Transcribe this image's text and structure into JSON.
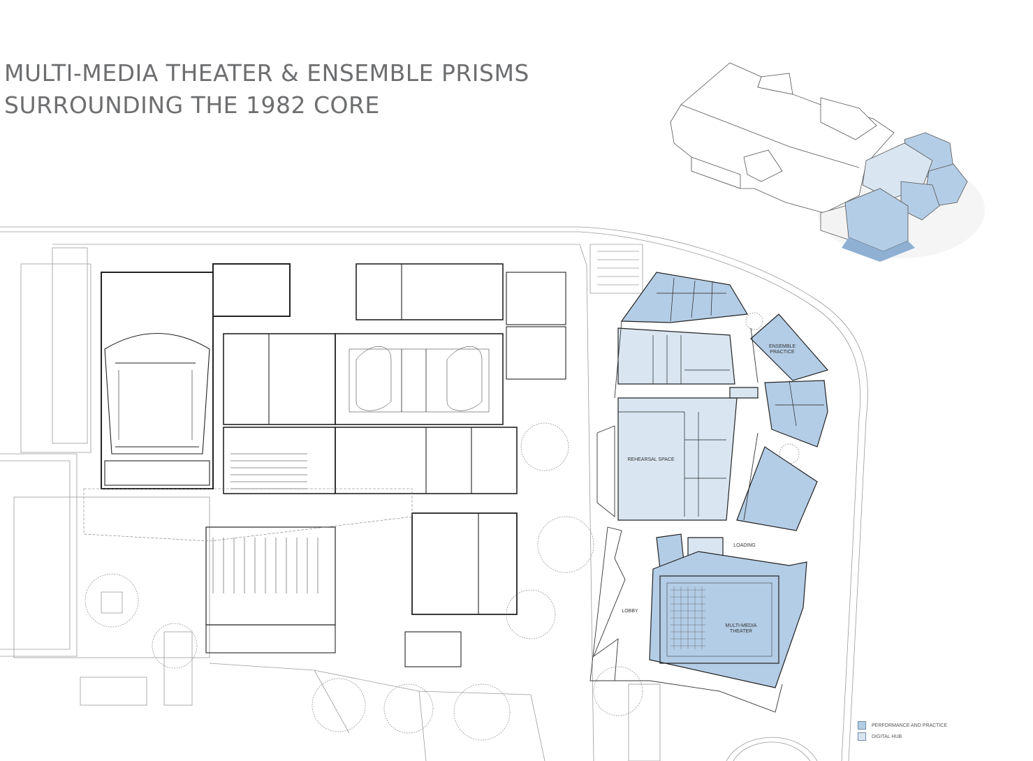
{
  "title": {
    "line1": "MULTI-MEDIA THEATER & ENSEMBLE PRISMS",
    "line2": "SURROUNDING THE 1982 CORE"
  },
  "labels": {
    "ensemble_practice_1": "ENSEMBLE",
    "ensemble_practice_2": "PRACTICE",
    "rehearsal_space": "REHEARSAL SPACE",
    "loading": "LOADING",
    "lobby": "LOBBY",
    "multimedia_theater_1": "MULTI-MEDIA",
    "multimedia_theater_2": "THEATER"
  },
  "legend": [
    {
      "label": "PERFORMANCE AND PRACTICE",
      "color": "#b4cde6"
    },
    {
      "label": "DIGITAL HUB",
      "color": "#d9e6f2"
    }
  ],
  "colors": {
    "performance": "#b4cde6",
    "digital_hub": "#d9e6f2",
    "line": "#222222",
    "site_line": "#9a9a9a",
    "title": "#6d6e70"
  }
}
